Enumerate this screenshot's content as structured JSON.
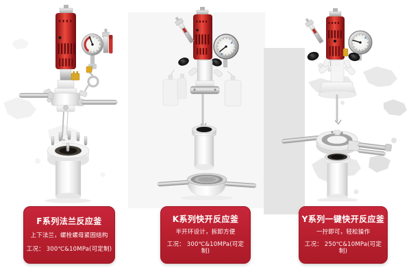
{
  "banner": {
    "background_color": "#ffffff",
    "map_color": "#e7e7e7",
    "accent_red": "#c0202e",
    "motor_red": "#d8362f"
  },
  "products": [
    {
      "name": "F系列法兰反应釜",
      "feature": "上下法兰，螺栓螺母紧固结构",
      "spec": "工况： 300℃&10MPa(可定制)"
    },
    {
      "name": "K系列快开反应釜",
      "feature": "半开环设计，拆卸方便",
      "spec": "工况： 300℃&10MPa(可定制)"
    },
    {
      "name": "Y系列一键快开反应釜",
      "feature": "一拧即可，轻松操作",
      "spec": "工况： 250℃&10MPa(可定制)"
    }
  ]
}
